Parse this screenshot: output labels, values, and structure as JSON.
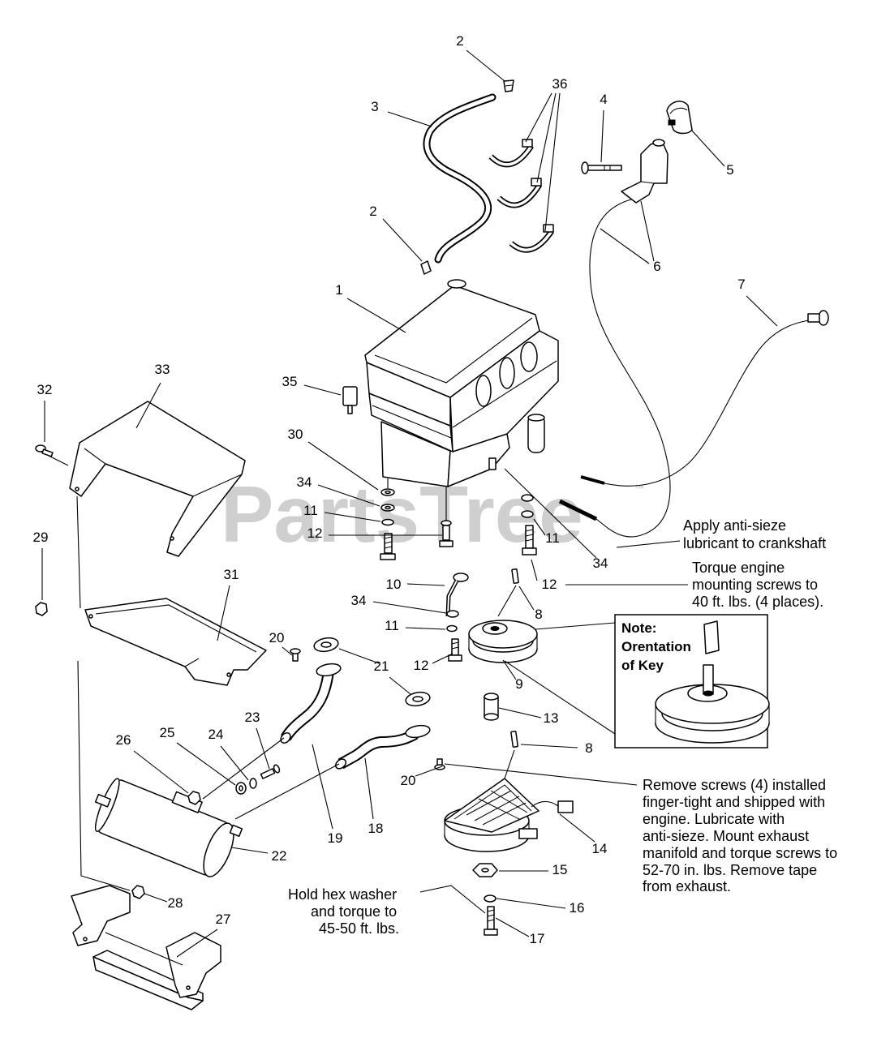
{
  "watermark": {
    "text": "PartsTree",
    "tm": "™"
  },
  "callouts": [
    "2",
    "36",
    "4",
    "3",
    "5",
    "2",
    "6",
    "7",
    "1",
    "33",
    "32",
    "35",
    "30",
    "34",
    "11",
    "12",
    "29",
    "11",
    "34",
    "31",
    "12",
    "10",
    "34",
    "8",
    "11",
    "20",
    "21",
    "12",
    "9",
    "13",
    "23",
    "26",
    "25",
    "24",
    "8",
    "20",
    "19",
    "18",
    "22",
    "14",
    "15",
    "16",
    "28",
    "27",
    "17"
  ],
  "notes": {
    "lubricant": [
      "Apply anti-sieze",
      "lubricant to crankshaft"
    ],
    "torque_engine": [
      "Torque engine",
      "mounting screws to",
      "40 ft. lbs. (4 places)."
    ],
    "key_note": [
      "Note:",
      "Orentation",
      "of Key"
    ],
    "remove_screws": [
      "Remove screws (4) installed",
      "finger-tight and shipped with",
      "engine. Lubricate with",
      "anti-sieze. Mount exhaust",
      "manifold and torque screws to",
      "52-70 in. lbs. Remove tape",
      "from exhaust."
    ],
    "hex_washer": [
      "Hold hex washer",
      "and torque to",
      "45-50 ft. lbs."
    ]
  }
}
